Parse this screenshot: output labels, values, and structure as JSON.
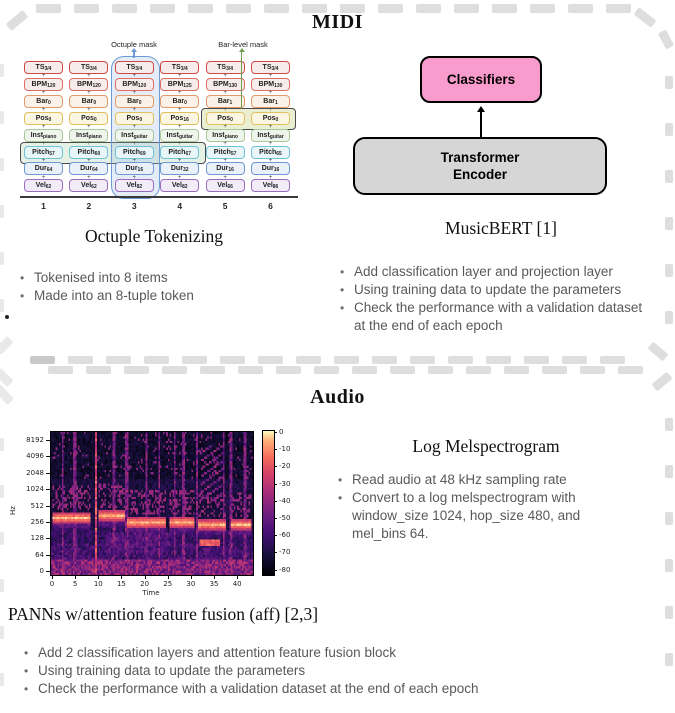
{
  "colors": {
    "dash_gray": "#dedede",
    "dash_gray_light": "#e9e9e9",
    "classifiers_pink": "#fa9bce",
    "encoder_gray": "#d6d6d6",
    "bullet_gray": "#595959",
    "octuple_mask_blue": "#6b9bd2",
    "bar_mask_green": "#6f9e4f",
    "group_border_gray": "#4a4a4a"
  },
  "midi": {
    "title": "MIDI",
    "tokenizer": {
      "octuple_mask_label": "Octuple mask",
      "bar_mask_label": "Bar-level mask",
      "rows": [
        {
          "name": "TS",
          "border": "#cf4a45",
          "fill": "#f6ecec",
          "subs": [
            "3/4",
            "3/4",
            "3/4",
            "3/4",
            "3/4",
            "3/4"
          ]
        },
        {
          "name": "BPM",
          "border": "#dd6e66",
          "fill": "#f6ecec",
          "subs": [
            "120",
            "120",
            "120",
            "125",
            "130",
            "130"
          ]
        },
        {
          "name": "Bar",
          "border": "#e29a68",
          "fill": "#faf1e8",
          "subs": [
            "0",
            "0",
            "0",
            "0",
            "1",
            "1"
          ]
        },
        {
          "name": "Pos",
          "border": "#e2c05e",
          "fill": "#fbf6e2",
          "subs": [
            "0",
            "0",
            "0",
            "16",
            "0",
            "0"
          ]
        },
        {
          "name": "Inst",
          "border": "#a8c79a",
          "fill": "#eff5ec",
          "subs": [
            "piano",
            "piano",
            "guitar",
            "guitar",
            "piano",
            "guitar"
          ]
        },
        {
          "name": "Pitch",
          "border": "#6fc3d8",
          "fill": "#e8f5f9",
          "subs": [
            "57",
            "60",
            "69",
            "67",
            "57",
            "65"
          ]
        },
        {
          "name": "Dur",
          "border": "#6e99d6",
          "fill": "#ebf1fa",
          "subs": [
            "64",
            "64",
            "16",
            "32",
            "16",
            "16"
          ]
        },
        {
          "name": "Vel",
          "border": "#9a6cbf",
          "fill": "#f2ecf9",
          "subs": [
            "62",
            "62",
            "82",
            "82",
            "66",
            "86"
          ]
        }
      ],
      "column_numbers": [
        "1",
        "2",
        "3",
        "4",
        "5",
        "6"
      ]
    },
    "tokenizer_caption": "Octuple Tokenizing",
    "left_bullets": [
      "Tokenised into 8 items",
      "Made into an 8-tuple token"
    ],
    "model": {
      "classifiers_label": "Classifiers",
      "encoder_line1": "Transformer",
      "encoder_line2": "Encoder"
    },
    "model_caption": "MusicBERT [1]",
    "right_bullets": [
      "Add classification layer and projection layer",
      "Using training data to update the parameters",
      "Check the performance with a validation dataset at the end of each epoch"
    ]
  },
  "audio": {
    "title": "Audio",
    "melspec_title": "Log Melspectrogram",
    "melspec_bullets": [
      "Read audio at 48 kHz sampling rate",
      "Convert to a log melspectrogram with window_size 1024, hop_size 480, and mel_bins 64."
    ],
    "panns_heading": "PANNs w/attention feature fusion (aff) [2,3]",
    "panns_bullets": [
      "Add 2 classification layers and attention feature fusion block",
      "Using training data to update the parameters",
      "Check the performance with a validation dataset at the end of each epoch"
    ]
  },
  "chart_data": {
    "type": "heatmap",
    "title": "",
    "xlabel": "Time",
    "ylabel": "Hz",
    "x_ticks": [
      0,
      5,
      10,
      15,
      20,
      25,
      30,
      35,
      40
    ],
    "x_range": [
      0,
      43.2
    ],
    "y_ticks": [
      8192,
      4096,
      2048,
      1024,
      512,
      256,
      128,
      64,
      0
    ],
    "colorbar_ticks": [
      0,
      -10,
      -20,
      -30,
      -40,
      -50,
      -60,
      -70,
      -80
    ],
    "colorbar_range": [
      -80,
      0
    ],
    "colormap": "magma",
    "colormap_stops": [
      [
        0.0,
        "#000004"
      ],
      [
        0.14,
        "#18103d"
      ],
      [
        0.29,
        "#440f76"
      ],
      [
        0.43,
        "#721f81"
      ],
      [
        0.57,
        "#a52c7a"
      ],
      [
        0.71,
        "#d74367"
      ],
      [
        0.82,
        "#f66e5c"
      ],
      [
        0.93,
        "#fead78"
      ],
      [
        1.0,
        "#fcfdbf"
      ]
    ],
    "description": "Log mel spectrogram: bright harmonic band near 512-700 Hz in note segments, vertical onset streaks, low-frequency noise floor, dB scale 0 to -80"
  }
}
